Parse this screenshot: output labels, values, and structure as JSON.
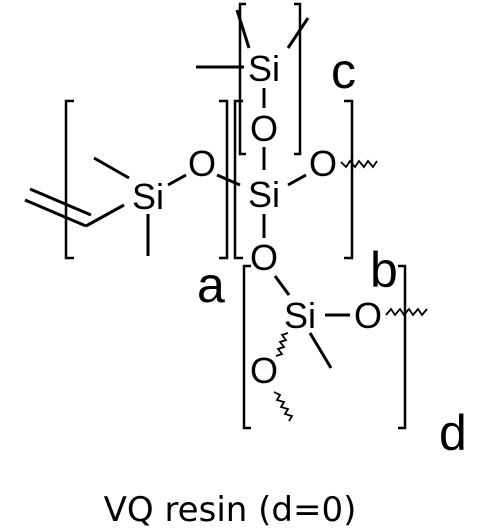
{
  "structure": {
    "atoms": {
      "si_top": "Si",
      "o_top": "O",
      "si_left": "Si",
      "o_left": "O",
      "si_center": "Si",
      "o_right": "O",
      "o_bottom": "O",
      "si_lower": "Si",
      "o_lower_right": "O",
      "o_lower_left": "O"
    },
    "subscripts": {
      "a": "a",
      "b": "b",
      "c": "c",
      "d": "d"
    }
  },
  "caption": "VQ resin (d=0)"
}
